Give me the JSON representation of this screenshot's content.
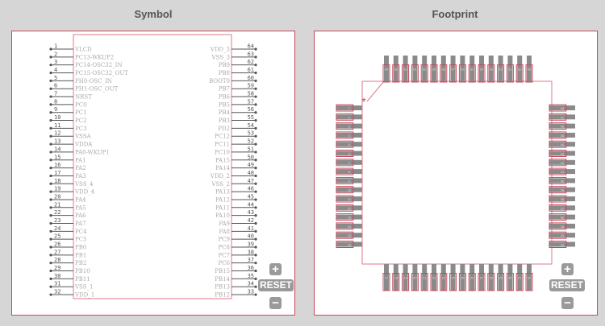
{
  "titles": {
    "symbol": "Symbol",
    "footprint": "Footprint"
  },
  "controls": {
    "zoom_in": "+",
    "reset": "RESET",
    "zoom_out": "−"
  },
  "colors": {
    "outline": "#e07a8a",
    "pad_fill": "#8a8a8a",
    "pad_outline": "#c8485c",
    "pin": "#555555",
    "pin_text": "#aaaaaa"
  },
  "symbol": {
    "left_pins": [
      "VLCD",
      "PC13-WKUP2",
      "PC14-OSC32_IN",
      "PC15-OSC32_OUT",
      "PH0-OSC_IN",
      "PH1-OSC_OUT",
      "NRST",
      "PC0",
      "PC1",
      "PC2",
      "PC3",
      "VSSA",
      "VDDA",
      "PA0-WKUP1",
      "PA1",
      "PA2",
      "PA3",
      "VSS_4",
      "VDD_4",
      "PA4",
      "PA5",
      "PA6",
      "PA7",
      "PC4",
      "PC5",
      "PB0",
      "PB1",
      "PB2",
      "PB10",
      "PB11",
      "VSS_1",
      "VDD_1"
    ],
    "right_pins": [
      "VDD_3",
      "VSS_3",
      "PB9",
      "PB8",
      "BOOT0",
      "PB7",
      "PB6",
      "PB5",
      "PB4",
      "PB3",
      "PD2",
      "PC12",
      "PC11",
      "PC10",
      "PA15",
      "PA14",
      "VDD_2",
      "VSS_2",
      "PA13",
      "PA12",
      "PA11",
      "PA10",
      "PA9",
      "PA8",
      "PC9",
      "PC8",
      "PC7",
      "PC6",
      "PB15",
      "PB14",
      "PB13",
      "PB12"
    ],
    "right_pin_numbers_start": 64
  },
  "footprint": {
    "pins_per_side": 16,
    "pin1_marker": "*"
  }
}
